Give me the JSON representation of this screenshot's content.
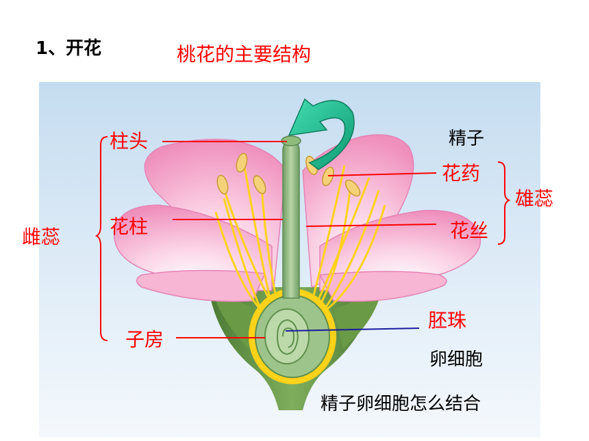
{
  "heading": "1、开花",
  "title": "桃花的主要结构",
  "labels": {
    "stigma": "柱头",
    "style": "花柱",
    "pistil": "雌蕊",
    "ovary": "子房",
    "anther": "花药",
    "filament": "花丝",
    "stamen": "雄蕊",
    "ovule": "胚珠",
    "sperm": "精子",
    "egg_cell": "卵细胞"
  },
  "question": "精子卵细胞怎么结合",
  "colors": {
    "label_red": "#ff0000",
    "panel_bg": "#d4e6f5",
    "petal_pink": "#f3a3c7",
    "stalk_green": "#6c9a52",
    "arrow_green": "#19b98a",
    "ovule_line": "#1a1aa0"
  }
}
